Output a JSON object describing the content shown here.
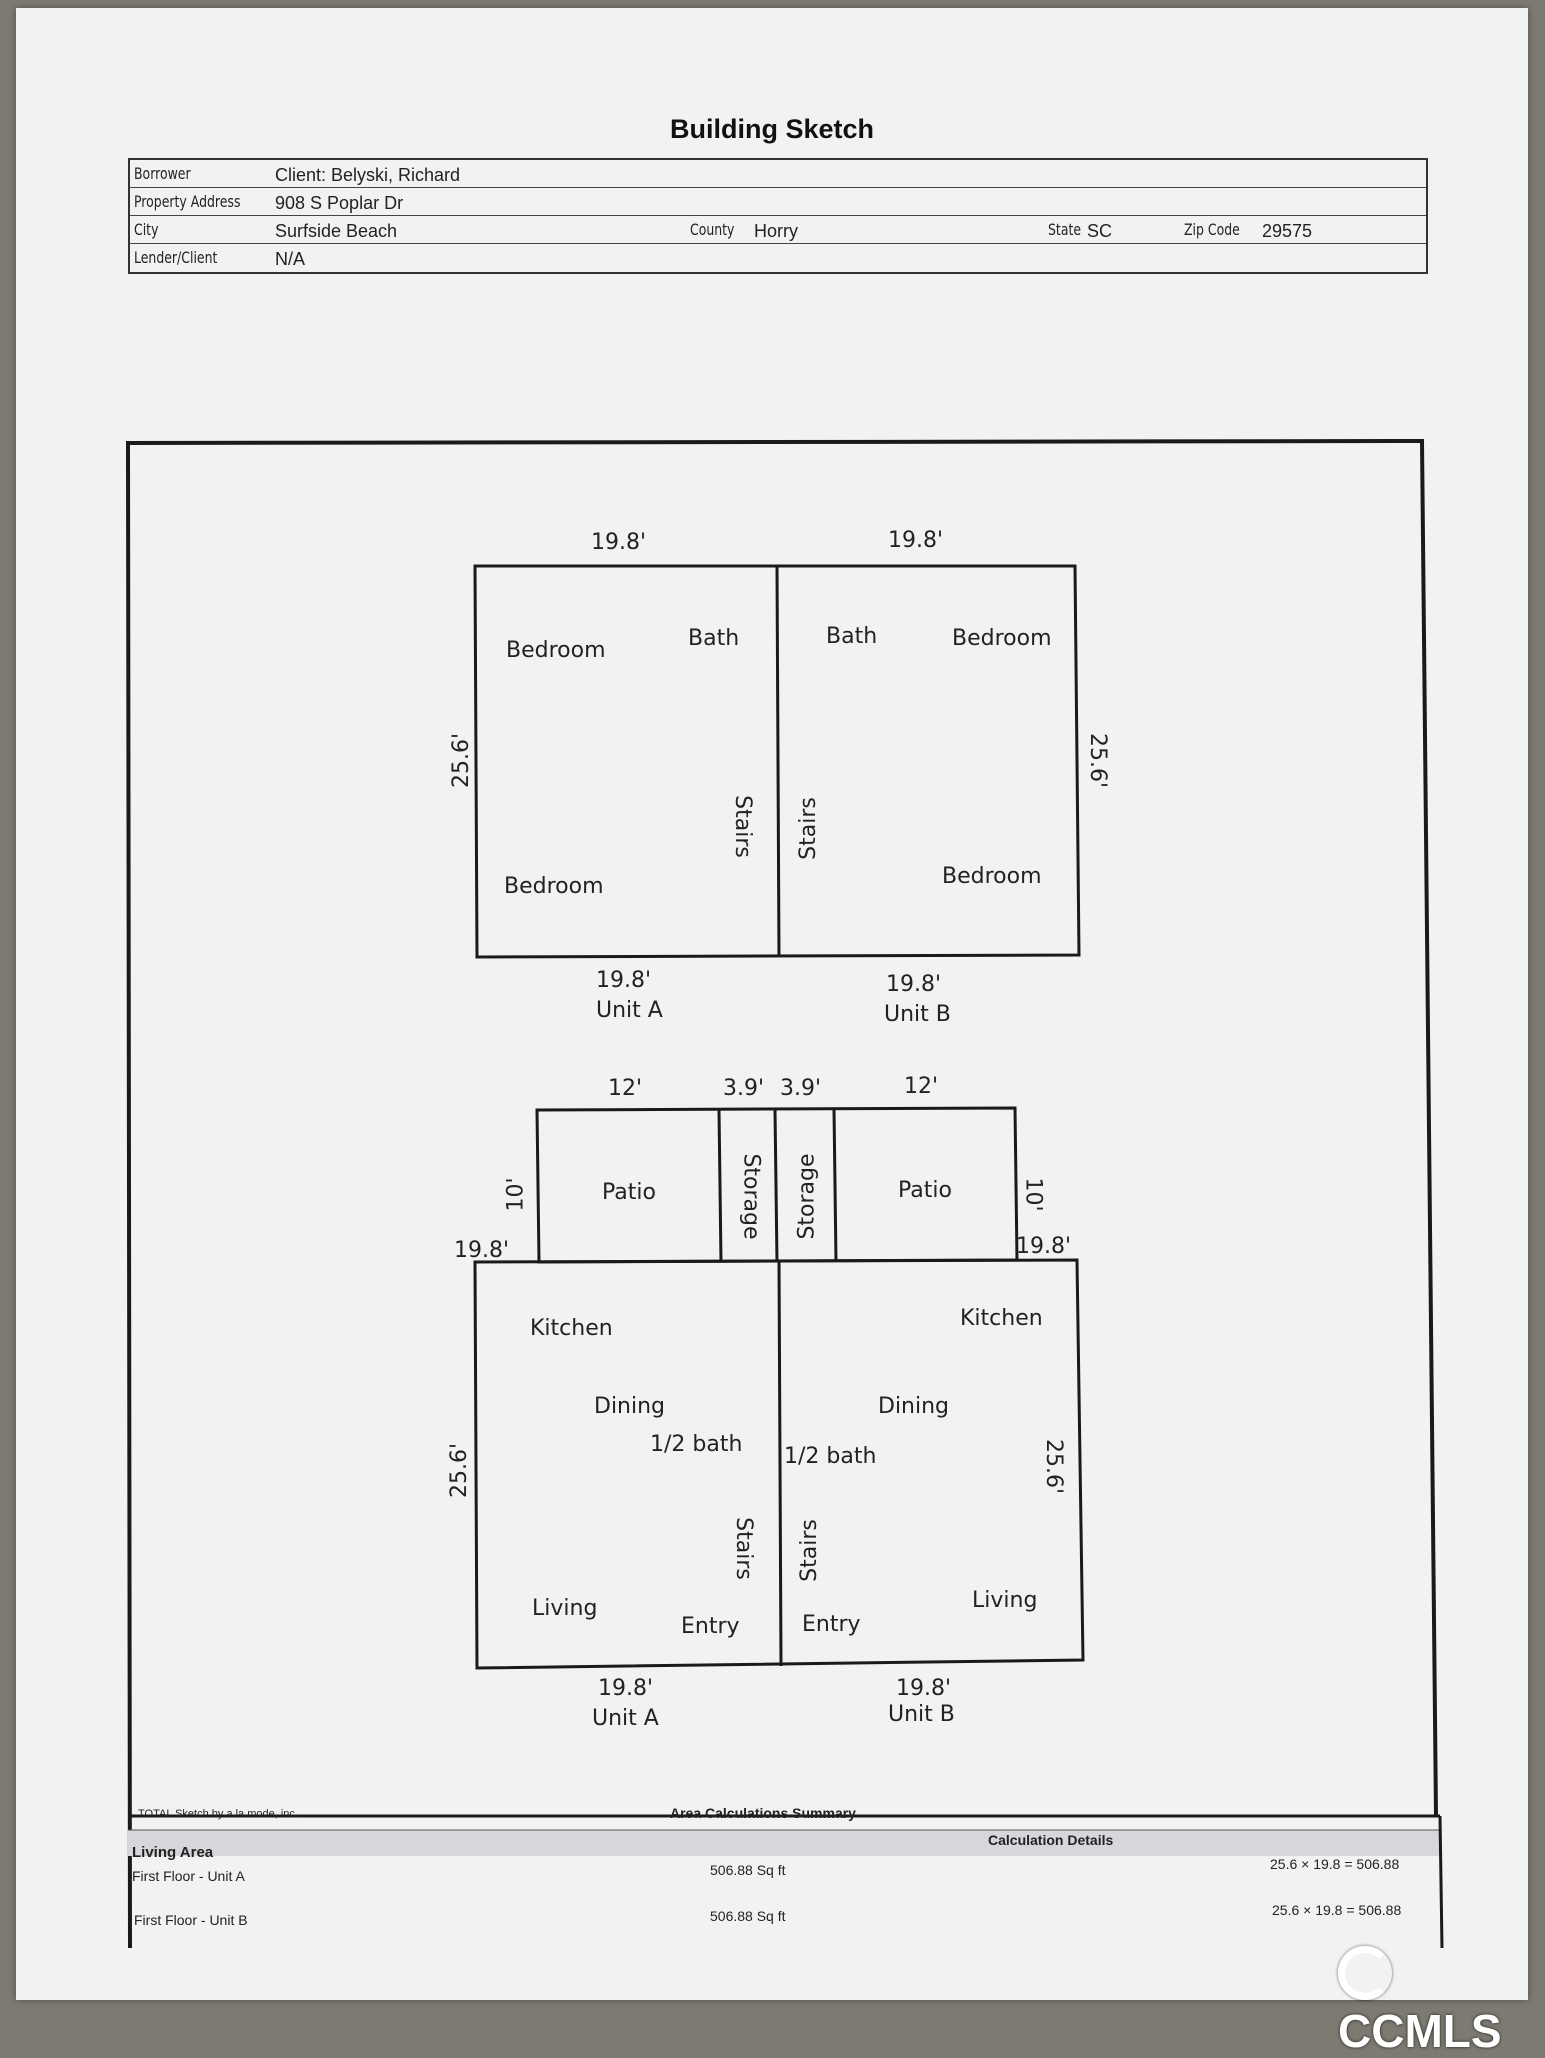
{
  "title": "Building Sketch",
  "info": {
    "borrower_label": "Borrower",
    "borrower_value": "Client:  Belyski, Richard",
    "address_label": "Property Address",
    "address_value": "908 S Poplar Dr",
    "city_label": "City",
    "city_value": "Surfside Beach",
    "county_label": "County",
    "county_value": "Horry",
    "state_label": "State",
    "state_value": "SC",
    "zip_label": "Zip Code",
    "zip_value": "29575",
    "lender_label": "Lender/Client",
    "lender_value": "N/A"
  },
  "second_floor": {
    "unit_a": {
      "top_dim": "19.8'",
      "side_dim": "25.6'",
      "bottom_dim": "19.8'",
      "name": "Unit A",
      "rooms": [
        "Bedroom",
        "Bath",
        "Stairs",
        "Bedroom"
      ]
    },
    "unit_b": {
      "top_dim": "19.8'",
      "side_dim": "25.6'",
      "bottom_dim": "19.8'",
      "name": "Unit B",
      "rooms": [
        "Bath",
        "Bedroom",
        "Stairs",
        "Bedroom"
      ]
    }
  },
  "first_floor": {
    "patio_a": {
      "dim_top": "12'",
      "dim_side": "10'",
      "label": "Patio"
    },
    "storage_a": {
      "dim_top": "3.9'",
      "label": "Storage"
    },
    "storage_b": {
      "dim_top": "3.9'",
      "label": "Storage"
    },
    "patio_b": {
      "dim_top": "12'",
      "dim_side": "10'",
      "label": "Patio"
    },
    "unit_a": {
      "top_dim": "19.8'",
      "side_dim": "25.6'",
      "bottom_dim": "19.8'",
      "name": "Unit A",
      "rooms": [
        "Kitchen",
        "Dining",
        "1/2 bath",
        "Stairs",
        "Living",
        "Entry"
      ]
    },
    "unit_b": {
      "top_dim": "19.8'",
      "side_dim": "25.6'",
      "bottom_dim": "19.8'",
      "name": "Unit B",
      "rooms": [
        "Kitchen",
        "Dining",
        "1/2 bath",
        "Stairs",
        "Entry",
        "Living"
      ]
    }
  },
  "footer": {
    "credit": "TOTAL Sketch by a la mode, inc.",
    "summary_title": "Area Calculations Summary",
    "living_area": "Living Area",
    "calc_details": "Calculation Details",
    "rows": [
      {
        "label": "First Floor - Unit A",
        "area": "506.88 Sq ft",
        "calc": "25.6 × 19.8 = 506.88"
      },
      {
        "label": "First Floor - Unit B",
        "area": "506.88 Sq ft",
        "calc": "25.6 × 19.8 = 506.88"
      }
    ]
  },
  "logo": "CCMLS"
}
